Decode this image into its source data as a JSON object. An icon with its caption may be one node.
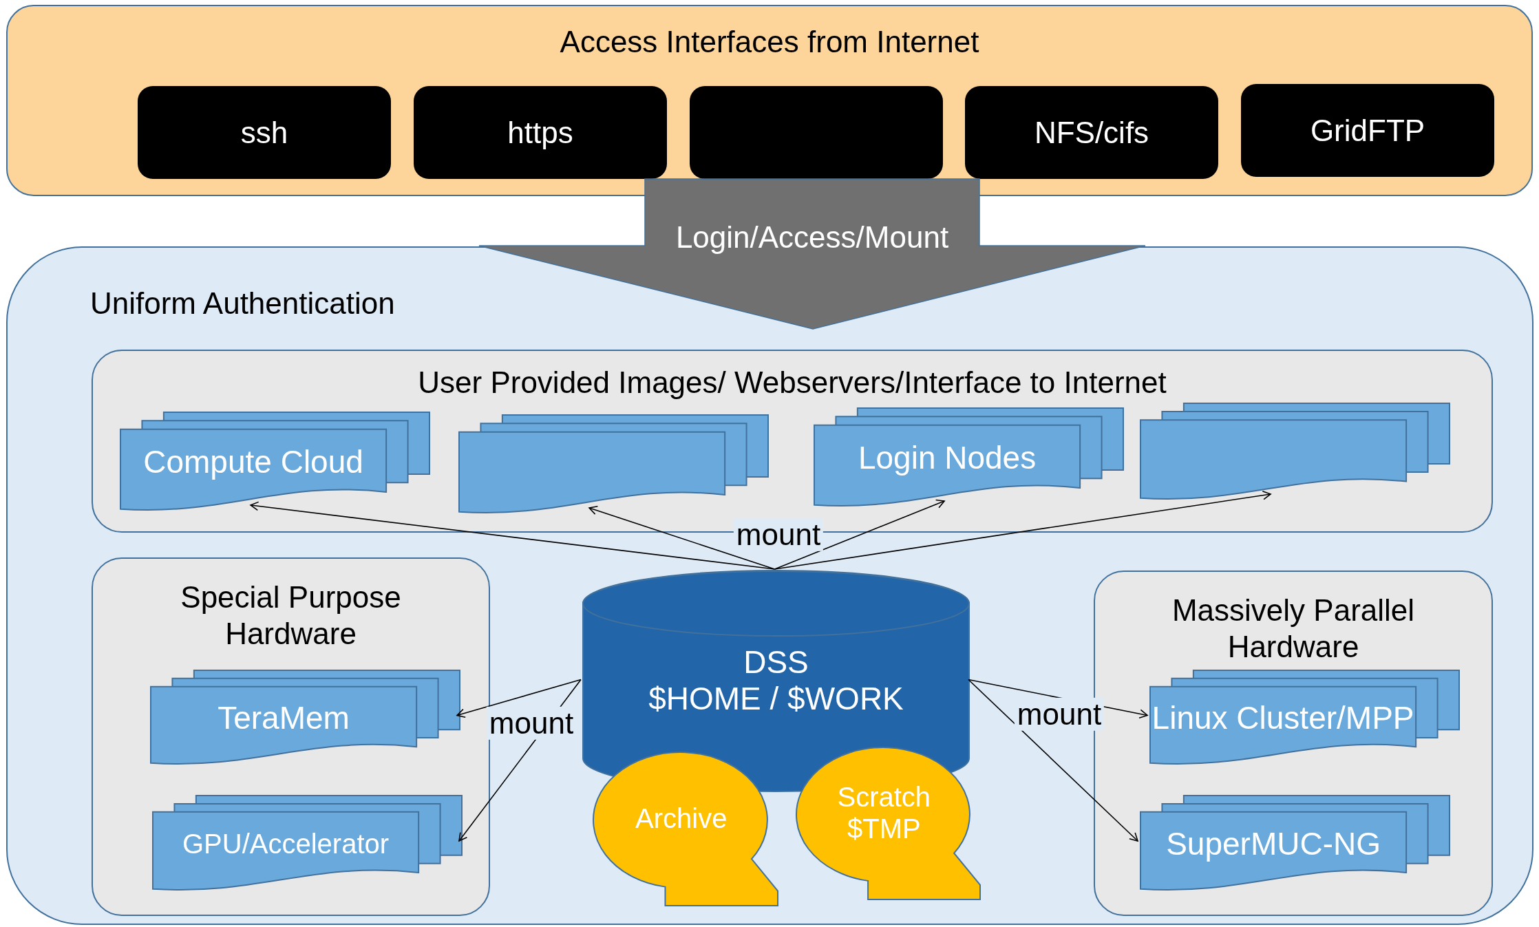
{
  "diagram": {
    "nodes": [
      {
        "text": [
          "Access Interfaces from Internet"
        ]
      },
      {
        "text": [
          "ssh"
        ],
        "in": 0
      },
      {
        "text": [
          "https"
        ],
        "in": 0
      },
      {
        "text": [],
        "shape": "box",
        "in": 0
      },
      {
        "text": [
          "NFS/cifs"
        ],
        "in": 0
      },
      {
        "text": [
          "GridFTP"
        ],
        "in": 0
      },
      {
        "text": [
          "Login/Access/Mount"
        ]
      },
      {
        "text": [
          "Uniform Authentication"
        ]
      },
      {
        "text": [
          "User Provided Images/ Webservers/Interface to Internet"
        ],
        "in": 7
      },
      {
        "text": [
          "Compute Cloud"
        ],
        "in": 8
      },
      {
        "text": [],
        "shape": "box",
        "in": 8
      },
      {
        "text": [
          "Login Nodes"
        ],
        "in": 8
      },
      {
        "text": [],
        "shape": "box",
        "in": 8
      },
      {
        "text": [
          "Special Purpose Hardware"
        ],
        "in": 7
      },
      {
        "text": [
          "TeraMem"
        ],
        "in": 13
      },
      {
        "text": [
          "GPU/Accelerator"
        ],
        "in": 13
      },
      {
        "text": [
          "DSS",
          "$HOME / $WORK"
        ],
        "in": 7
      },
      {
        "text": [
          "Archive"
        ],
        "in": 7
      },
      {
        "text": [
          "Scratch $TMP"
        ],
        "in": 7
      },
      {
        "text": [
          "Massively Parallel Hardware"
        ],
        "in": 7
      },
      {
        "text": [
          "Linux Cluster/MPP"
        ],
        "in": 19
      },
      {
        "text": [
          "SuperMUC-NG"
        ],
        "in": 19
      }
    ],
    "edges": [
      {
        "from": 16,
        "to": 9,
        "arrow": "to"
      },
      {
        "from": 16,
        "to": 10,
        "arrow": "to",
        "label": "mount"
      },
      {
        "from": 16,
        "to": 11,
        "arrow": "to"
      },
      {
        "from": 16,
        "to": 12,
        "arrow": "to"
      },
      {
        "from": 16,
        "to": 14,
        "arrow": "to",
        "label": "mount"
      },
      {
        "from": 16,
        "to": 15,
        "arrow": "to"
      },
      {
        "from": 16,
        "to": 20,
        "arrow": "to",
        "label": "mount"
      },
      {
        "from": 16,
        "to": 21,
        "arrow": "to"
      }
    ]
  }
}
